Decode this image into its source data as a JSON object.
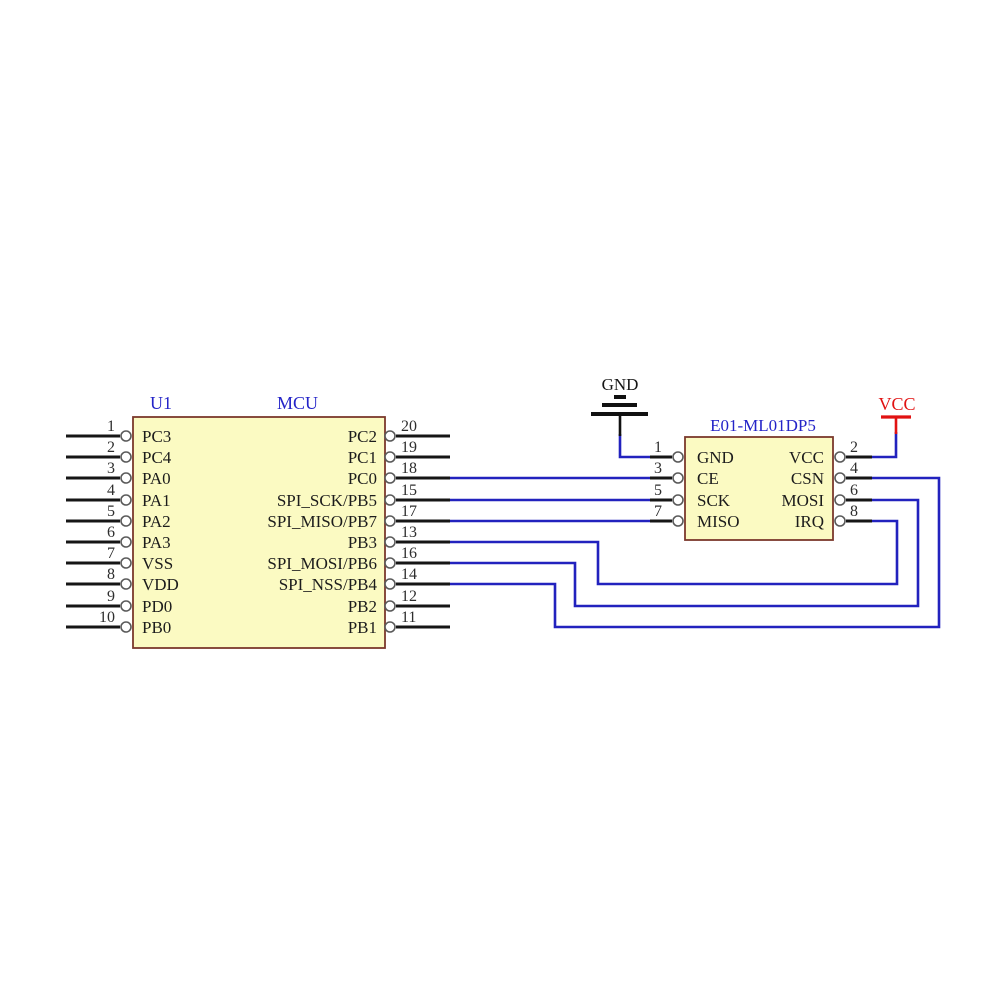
{
  "colors": {
    "background": "#ffffff",
    "component_fill": "#fbfac2",
    "component_border": "#7b392c",
    "wire_blue": "#2222be",
    "stub_black": "#161616",
    "label_blue": "#2424c8",
    "vcc_red": "#e11212",
    "pin_text": "#1c1c1c"
  },
  "mcu": {
    "ref": "U1",
    "title": "MCU",
    "left_pins": [
      {
        "number": "1",
        "name": "PC3"
      },
      {
        "number": "2",
        "name": "PC4"
      },
      {
        "number": "3",
        "name": "PA0"
      },
      {
        "number": "4",
        "name": "PA1"
      },
      {
        "number": "5",
        "name": "PA2"
      },
      {
        "number": "6",
        "name": "PA3"
      },
      {
        "number": "7",
        "name": "VSS"
      },
      {
        "number": "8",
        "name": "VDD"
      },
      {
        "number": "9",
        "name": "PD0"
      },
      {
        "number": "10",
        "name": "PB0"
      }
    ],
    "right_pins": [
      {
        "number": "20",
        "name": "PC2"
      },
      {
        "number": "19",
        "name": "PC1"
      },
      {
        "number": "18",
        "name": "PC0"
      },
      {
        "number": "15",
        "name": "SPI_SCK/PB5"
      },
      {
        "number": "17",
        "name": "SPI_MISO/PB7"
      },
      {
        "number": "13",
        "name": "PB3"
      },
      {
        "number": "16",
        "name": "SPI_MOSI/PB6"
      },
      {
        "number": "14",
        "name": "SPI_NSS/PB4"
      },
      {
        "number": "12",
        "name": "PB2"
      },
      {
        "number": "11",
        "name": "PB1"
      }
    ]
  },
  "module": {
    "title": "E01-ML01DP5",
    "left_pins": [
      {
        "number": "1",
        "name": "GND"
      },
      {
        "number": "3",
        "name": "CE"
      },
      {
        "number": "5",
        "name": "SCK"
      },
      {
        "number": "7",
        "name": "MISO"
      }
    ],
    "right_pins": [
      {
        "number": "2",
        "name": "VCC"
      },
      {
        "number": "4",
        "name": "CSN"
      },
      {
        "number": "6",
        "name": "MOSI"
      },
      {
        "number": "8",
        "name": "IRQ"
      }
    ]
  },
  "power": {
    "ground_label": "GND",
    "vcc_label": "VCC"
  },
  "nets": [
    {
      "from": "GND-symbol",
      "to": "E01-ML01DP5 pin 1 GND"
    },
    {
      "from": "VCC-symbol",
      "to": "E01-ML01DP5 pin 2 VCC"
    },
    {
      "from": "MCU pin 18 PC0",
      "to": "E01-ML01DP5 pin 3 CE"
    },
    {
      "from": "MCU pin 15 SPI_SCK/PB5",
      "to": "E01-ML01DP5 pin 5 SCK"
    },
    {
      "from": "MCU pin 17 SPI_MISO/PB7",
      "to": "E01-ML01DP5 pin 7 MISO"
    },
    {
      "from": "MCU pin 13 PB3",
      "to": "E01-ML01DP5 pin 8 IRQ"
    },
    {
      "from": "MCU pin 16 SPI_MOSI/PB6",
      "to": "E01-ML01DP5 pin 6 MOSI"
    },
    {
      "from": "MCU pin 14 SPI_NSS/PB4",
      "to": "E01-ML01DP5 pin 4 CSN"
    }
  ]
}
